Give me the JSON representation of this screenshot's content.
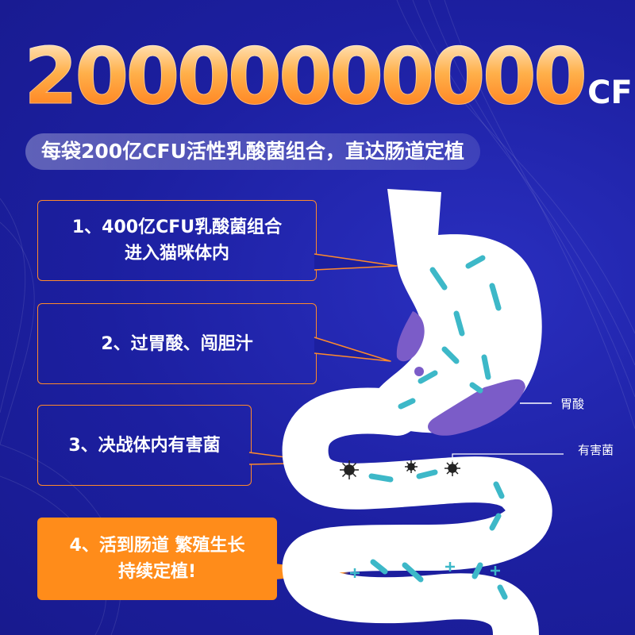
{
  "headline": {
    "number": "20000000000",
    "unit": "CFU"
  },
  "subtitle": "每袋200亿CFU活性乳酸菌组合，直达肠道定植",
  "steps": [
    {
      "line1": "1、400亿CFU乳酸菌组合",
      "line2": "进入猫咪体内"
    },
    {
      "line1": "2、过胃酸、闯胆汁"
    },
    {
      "line1": "3、决战体内有害菌"
    },
    {
      "line1": "4、活到肠道 繁殖生长",
      "line2": "持续定植!"
    }
  ],
  "labels": {
    "stomach_acid": "胃酸",
    "harmful_bacteria": "有害菌"
  },
  "colors": {
    "background": "#1c1fa0",
    "accent": "#ff8c1a",
    "bacteria": "#3db8c8",
    "acid": "#7b5cc8"
  }
}
